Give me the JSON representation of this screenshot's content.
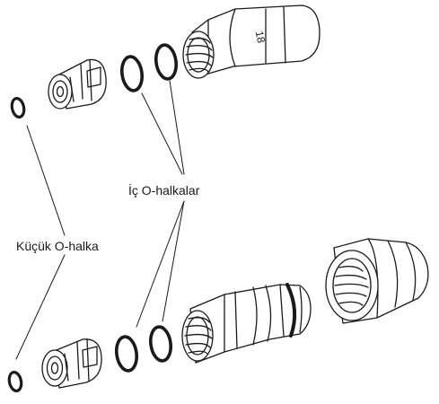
{
  "labels": {
    "inner_o_rings": "İç O-halkalar",
    "small_o_ring": "Küçük O-halka",
    "nut_marking": "18"
  },
  "colors": {
    "stroke": "#1a1a1a",
    "fill": "#ffffff"
  }
}
